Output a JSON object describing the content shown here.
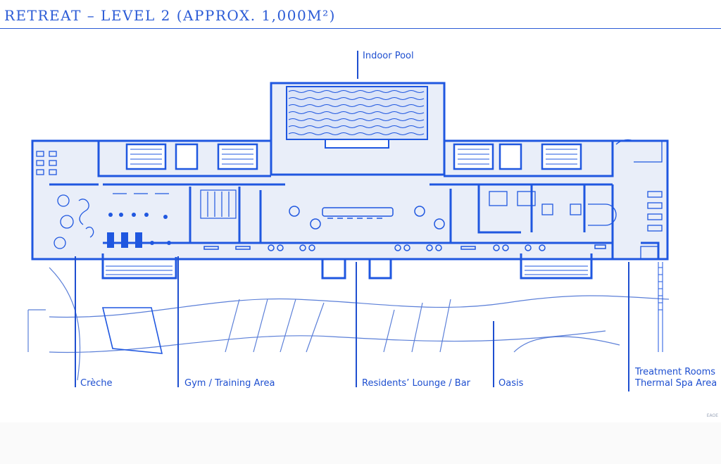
{
  "header": {
    "title": "RETREAT – LEVEL 2 (APPROX. 1,000M²)"
  },
  "labels": {
    "indoor_pool": "Indoor Pool",
    "creche": "Crèche",
    "gym": "Gym / Training Area",
    "lounge": "Residents’ Lounge / Bar",
    "oasis": "Oasis",
    "treatment_line1": "Treatment Rooms",
    "treatment_line2": "Thermal Spa Area"
  },
  "credit": "EAOE",
  "colors": {
    "title": "#2b5bd6",
    "line": "#1e4fd0",
    "wall": "#1f57e0",
    "floor": "#e9eef9",
    "thin": "#5b7fd8"
  }
}
